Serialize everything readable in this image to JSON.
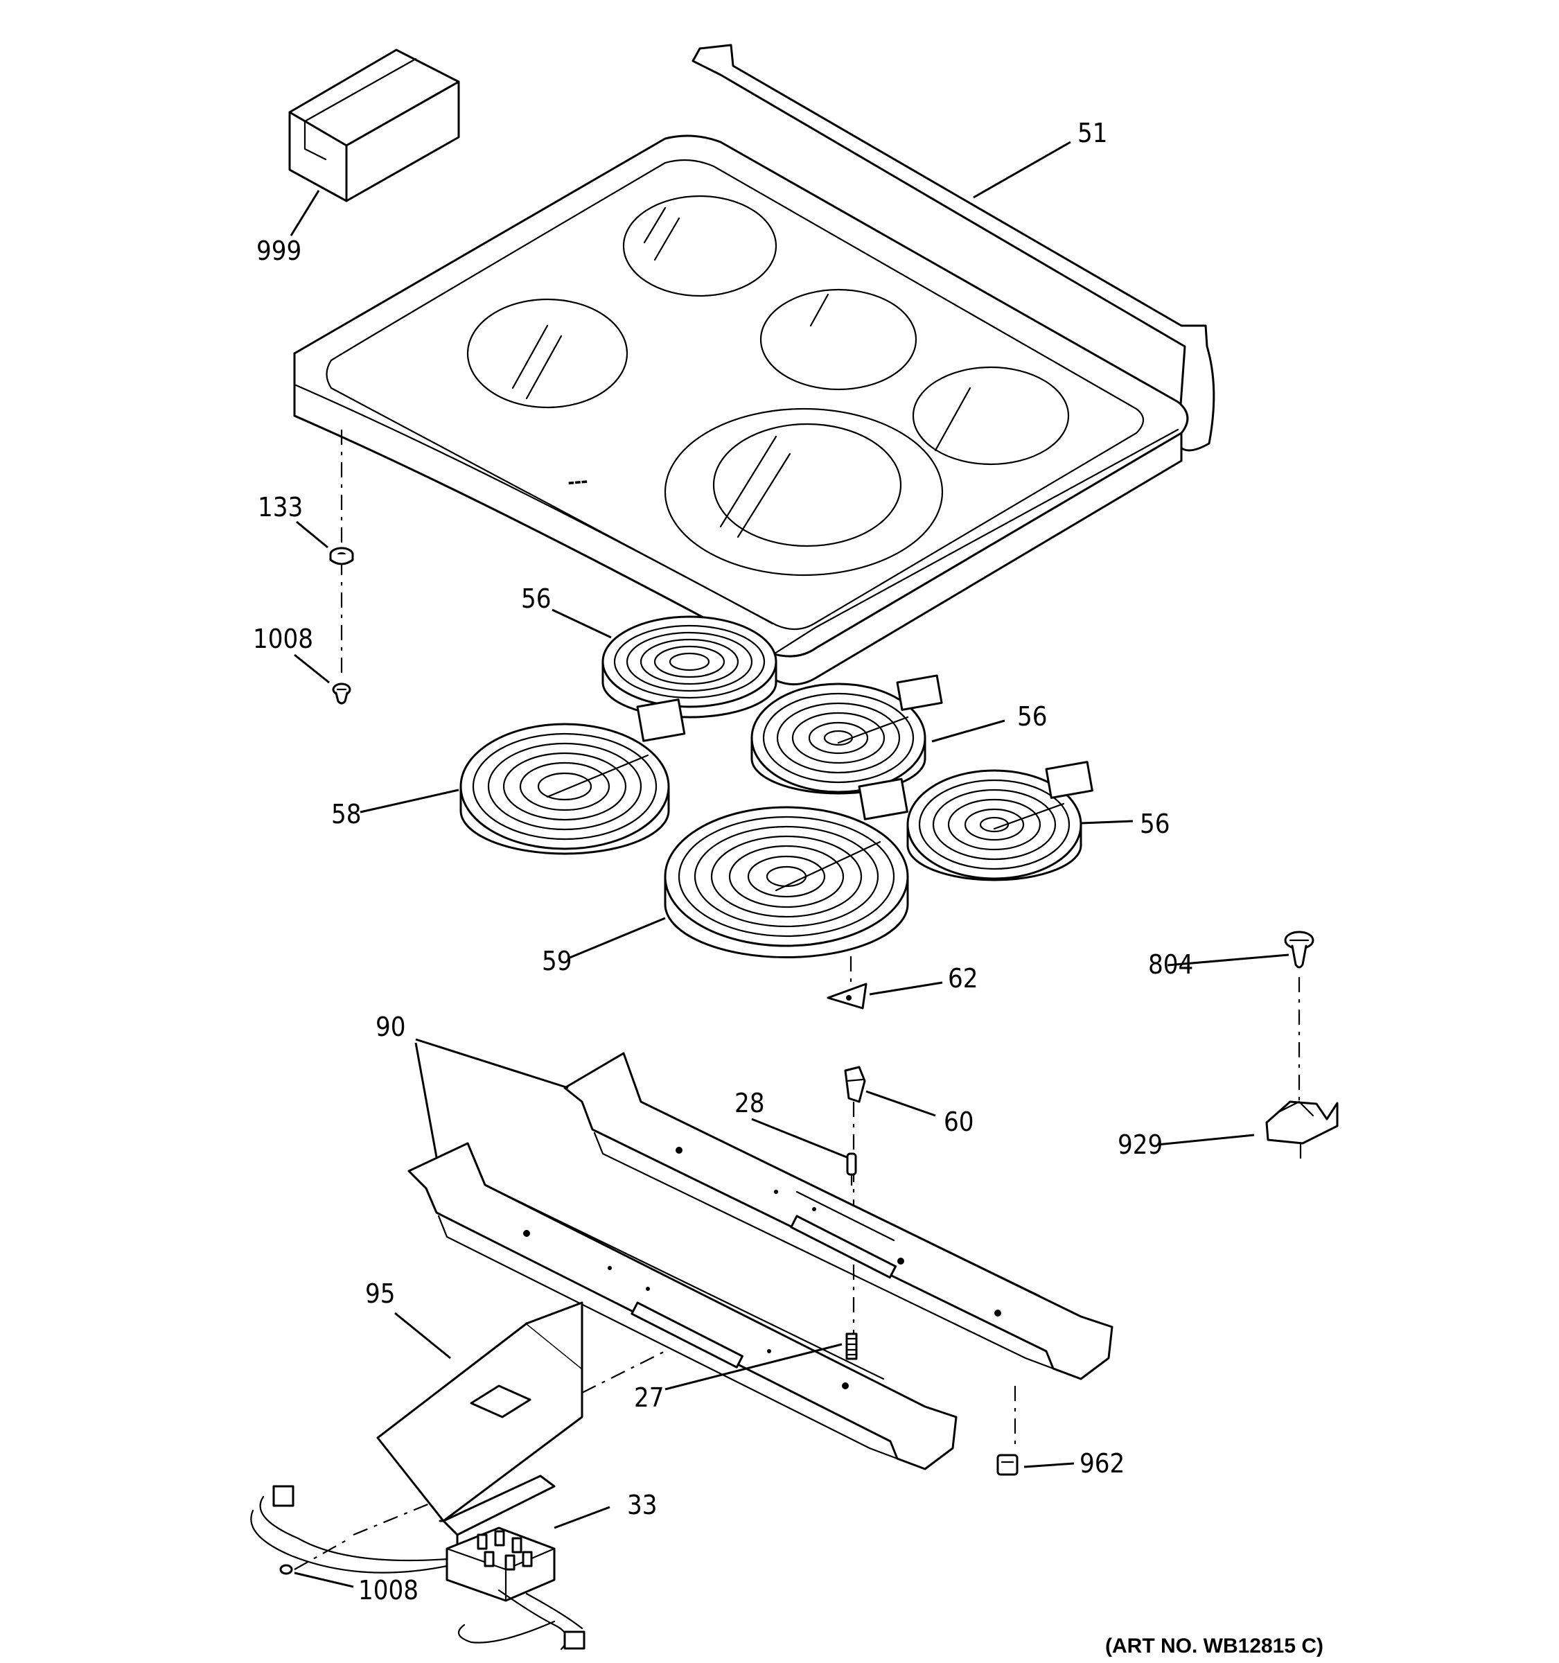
{
  "diagram": {
    "art_number": "(ART NO. WB12815 C)",
    "callouts": {
      "c999": "999",
      "c51": "51",
      "c133": "133",
      "c1008a": "1008",
      "c56a": "56",
      "c56b": "56",
      "c56c": "56",
      "c58": "58",
      "c59": "59",
      "c62": "62",
      "c804": "804",
      "c90": "90",
      "c28": "28",
      "c60": "60",
      "c929": "929",
      "c95": "95",
      "c27": "27",
      "c962": "962",
      "c33": "33",
      "c1008b": "1008"
    },
    "parts": [
      "package-box",
      "cooktop-glass",
      "spacer",
      "screw",
      "radiant-element",
      "radiant-element-dual",
      "radiant-element-triple",
      "bracket",
      "clip",
      "sensor",
      "channel-support",
      "spring",
      "cover",
      "clip-nut",
      "terminal-block-harness"
    ]
  }
}
